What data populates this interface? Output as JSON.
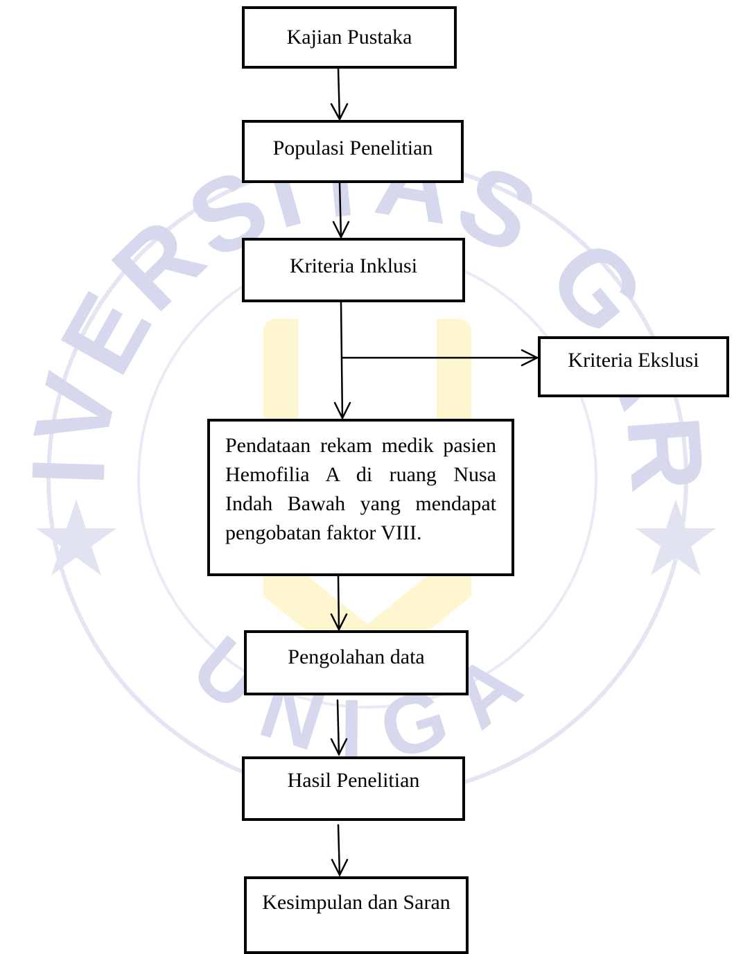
{
  "watermark": {
    "arc_text": "UNIVERSITAS GARUT",
    "bottom_text": "UNIGA",
    "color_text": "#d6d9ee",
    "color_accent": "#fdf2b0"
  },
  "flowchart": {
    "steps": [
      {
        "label": "Kajian Pustaka"
      },
      {
        "label": "Populasi Penelitian"
      },
      {
        "label": "Kriteria Inklusi"
      },
      {
        "label": "Kriteria Ekslusi"
      },
      {
        "label": "Pendataan rekam medik pasien Hemofilia A di ruang Nusa Indah Bawah yang mendapat pengobatan faktor VIII."
      },
      {
        "label": "Pengolahan data"
      },
      {
        "label": "Hasil Penelitian"
      },
      {
        "label": "Kesimpulan dan Saran"
      }
    ]
  }
}
